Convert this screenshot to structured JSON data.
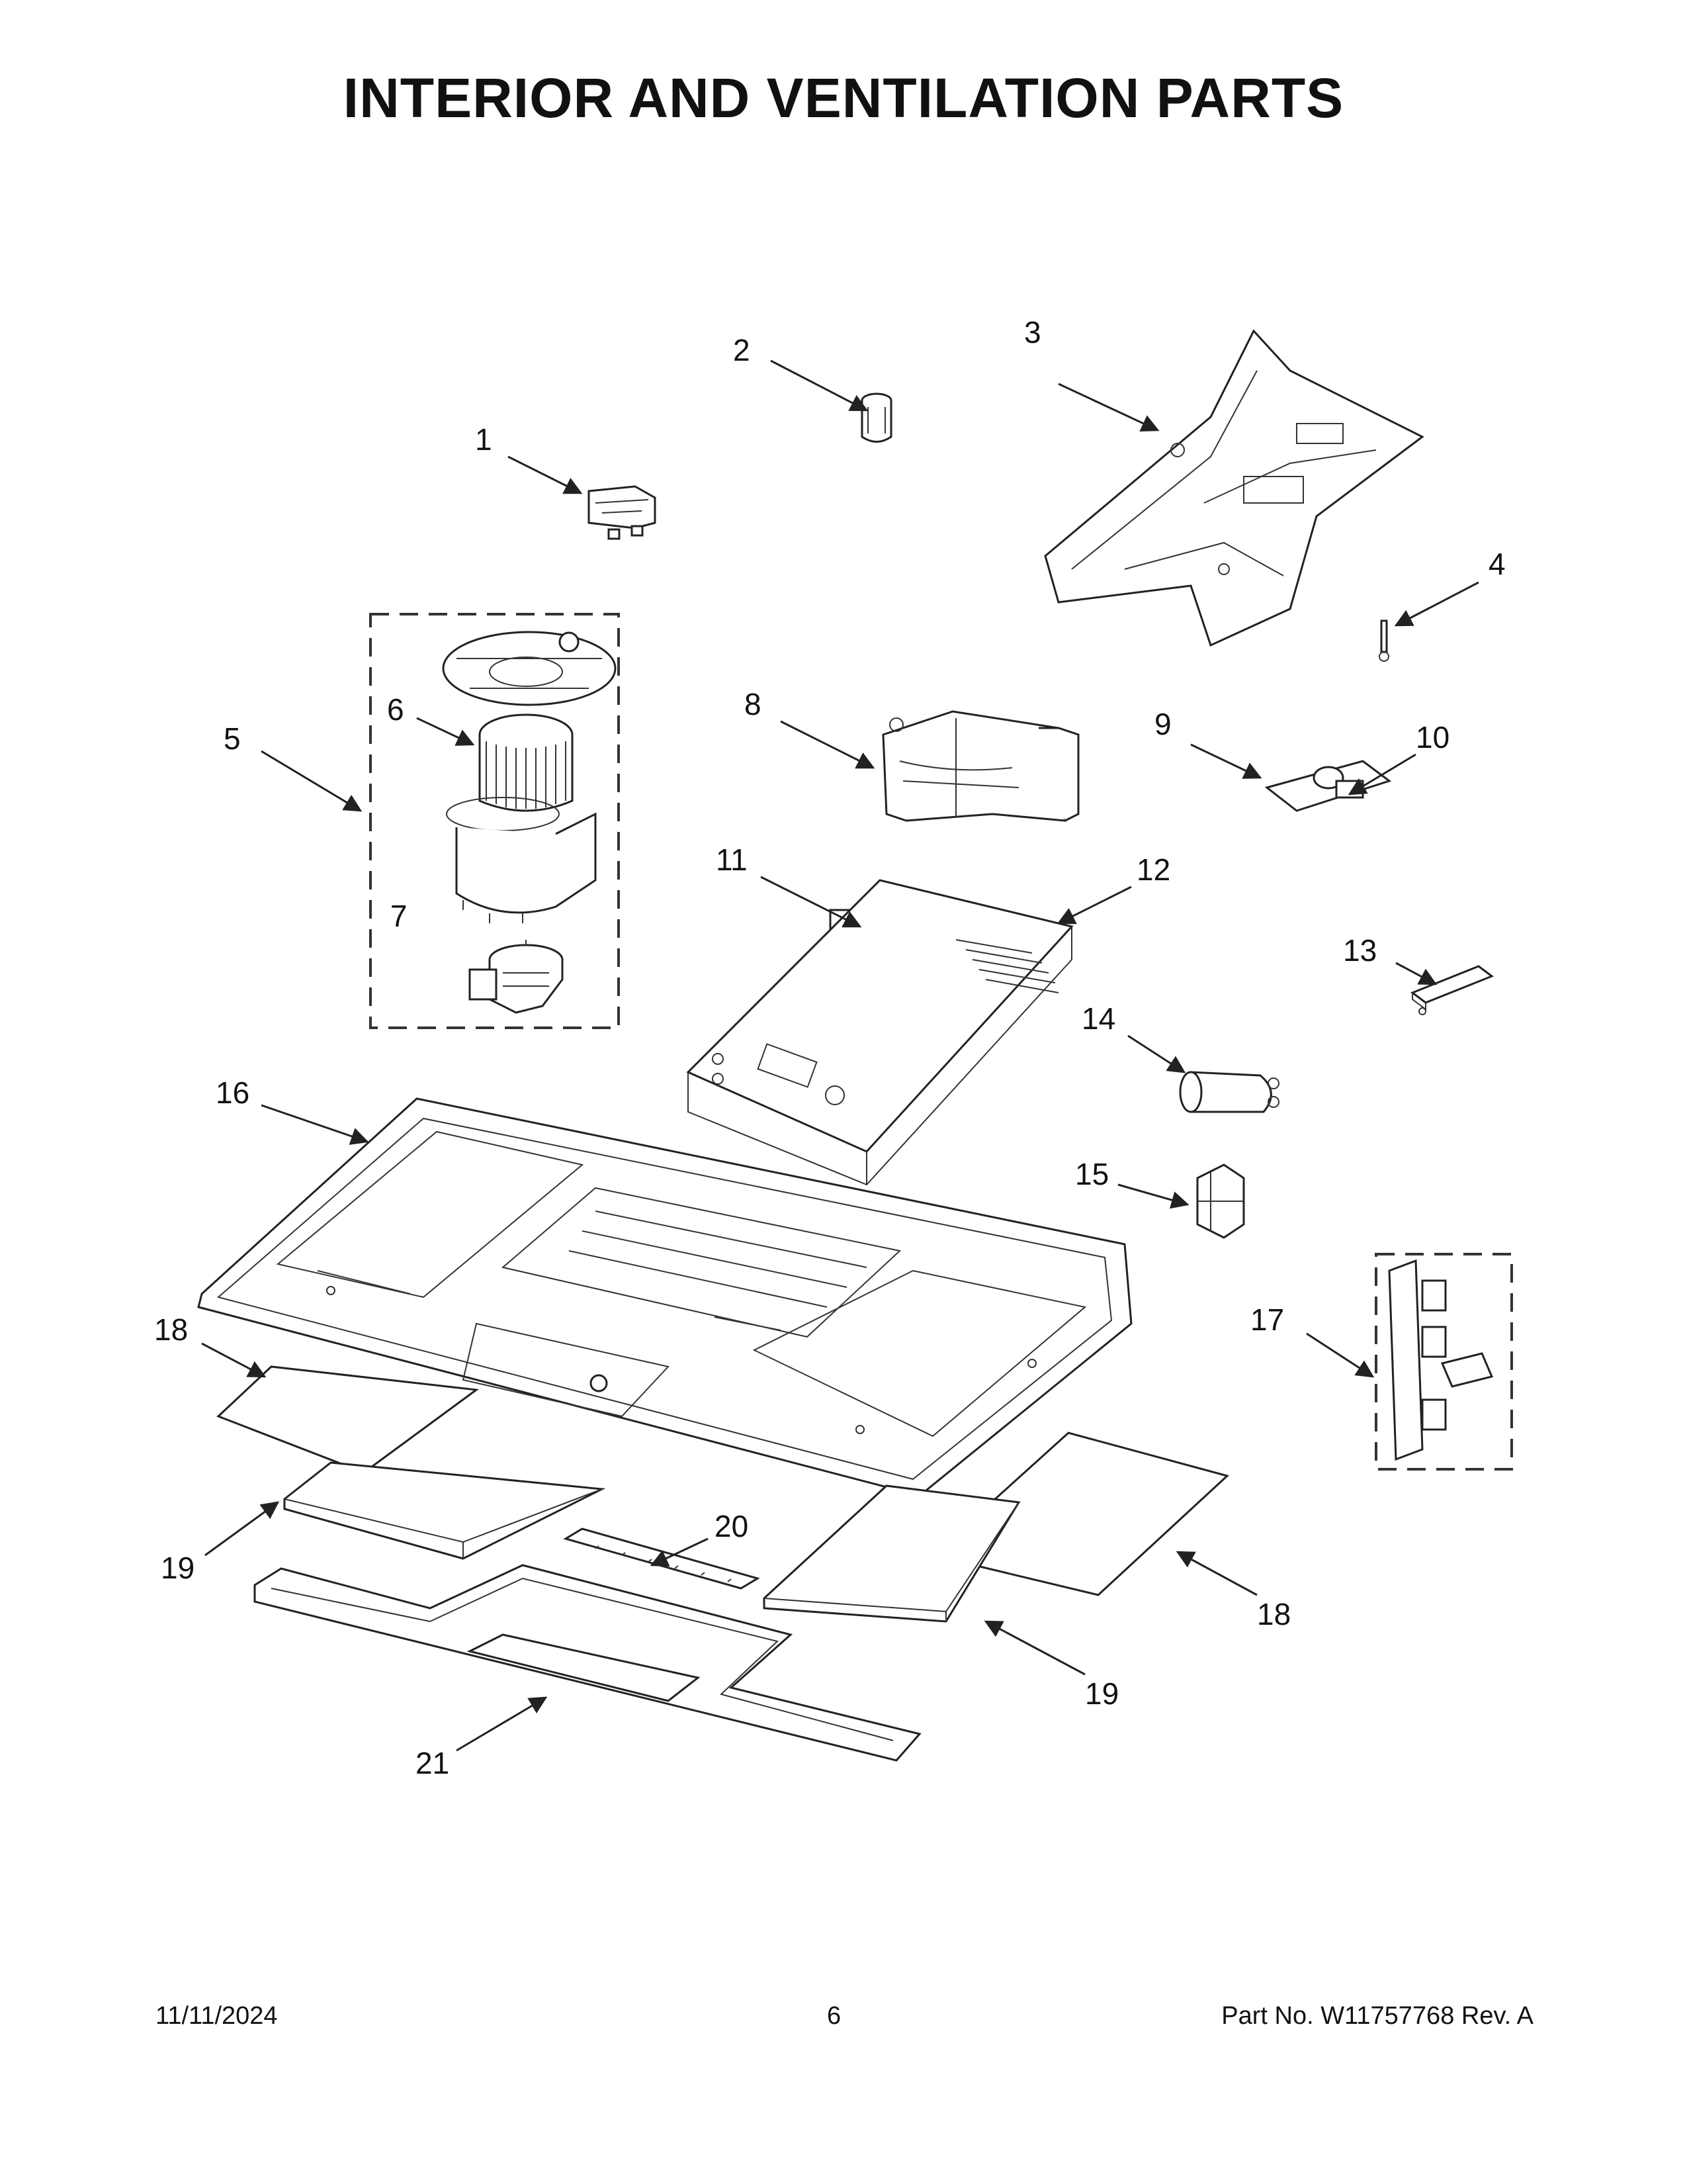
{
  "title": "INTERIOR AND VENTILATION PARTS",
  "callouts": [
    "1",
    "2",
    "3",
    "4",
    "5",
    "6",
    "7",
    "8",
    "9",
    "10",
    "11",
    "12",
    "13",
    "14",
    "15",
    "16",
    "17",
    "18",
    "18",
    "19",
    "19",
    "20",
    "21"
  ],
  "footer": {
    "date": "11/11/2024",
    "page": "6",
    "part": "Part No.  W11757768  Rev.  A"
  }
}
